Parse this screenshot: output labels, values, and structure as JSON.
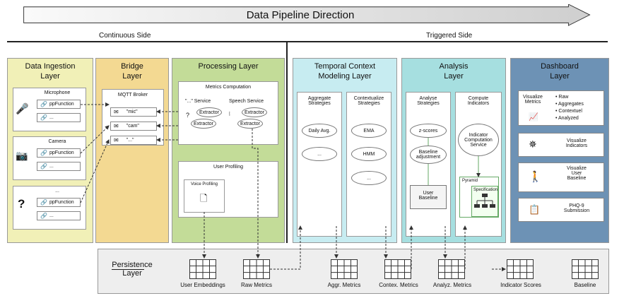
{
  "header": {
    "title": "Data Pipeline Direction",
    "continuous": "Continuous Side",
    "triggered": "Triggered Side"
  },
  "colors": {
    "ingestion": "#f1f0b7",
    "bridge": "#f3d992",
    "processing": "#c3dc98",
    "temporal": "#c7ecf1",
    "analysis": "#a6dfe0",
    "dashboard": "#6d92b5",
    "persistence": "#eeeeee"
  },
  "ingestion": {
    "title": "Data Ingestion\nLayer",
    "sources": [
      {
        "name": "Microphone",
        "icon": "microphone-icon",
        "items": [
          "ppFunction",
          "..."
        ]
      },
      {
        "name": "Camera",
        "icon": "camera-icon",
        "items": [
          "ppFunction",
          "..."
        ]
      },
      {
        "name": "...",
        "icon": "question-icon",
        "items": [
          "ppFunction",
          "..."
        ]
      }
    ]
  },
  "bridge": {
    "title": "Bridge\nLayer",
    "broker": "MQTT Broker",
    "topics": [
      "\"mic\"",
      "\"cam\"",
      "\"...\""
    ]
  },
  "processing": {
    "title": "Processing Layer",
    "metrics": "Metrics Computation",
    "service1": "\"...\" Service",
    "service2": "Speech Service",
    "extractor": "Extractor",
    "question": "?",
    "profiling": "User Profiling",
    "voice": "Voice Profiling"
  },
  "temporal": {
    "title": "Temporal Context\nModeling Layer",
    "col1": "Aggregate\nStrategies",
    "col2": "Contextualize\nStrategies",
    "col1_items": [
      "Daily Avg.",
      "..."
    ],
    "col2_items": [
      "EMA",
      "HMM",
      "..."
    ]
  },
  "analysis": {
    "title": "Analysis\nLayer",
    "col1": "Analyse\nStrategies",
    "col2": "Compute\nIndicators",
    "zscores": "z-scores",
    "baseline_adj": "Baseline\nadjustment",
    "user_baseline": "User\nBaseline",
    "indicator_service": "Indicator\nComputation\nService",
    "pyramid": "Pyramid",
    "specification": "Specification"
  },
  "dashboard": {
    "title": "Dashboard\nLayer",
    "visualize_metrics": "Visualize\nMetrics",
    "metric_list": [
      "Raw",
      "Aggregates",
      "Contextuel",
      "Analyzed"
    ],
    "indicators": "Visualize\nIndicators",
    "user_baseline": "Visualize\nUser\nBaseline",
    "phq": "PHQ-9\nSubmission"
  },
  "persistence": {
    "title": "Persistence\nLayer",
    "tables": [
      "User Embeddings",
      "Raw Metrics",
      "Aggr. Metrics",
      "Contex. Metrics",
      "Analyz. Metrics",
      "Indicator Scores",
      "Baseline"
    ]
  }
}
